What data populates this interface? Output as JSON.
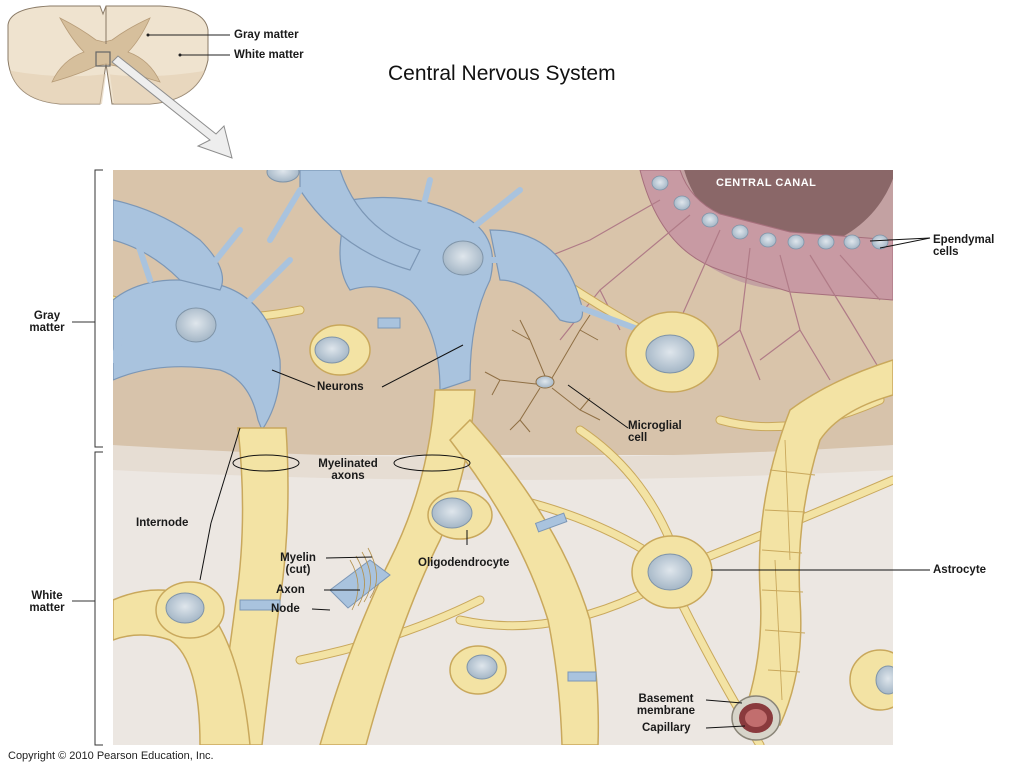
{
  "slide": {
    "title": "Central Nervous System"
  },
  "inset": {
    "labels": {
      "gray_matter": "Gray matter",
      "white_matter": "White matter"
    }
  },
  "regions": {
    "gray_matter": "Gray\nmatter",
    "white_matter": "White\nmatter"
  },
  "diagram": {
    "central_canal": "CENTRAL CANAL",
    "labels": {
      "ependymal_cells": "Ependymal\ncells",
      "neurons": "Neurons",
      "microglial_cell": "Microglial\ncell",
      "myelinated_axons": "Myelinated\naxons",
      "internode": "Internode",
      "myelin_cut": "Myelin\n(cut)",
      "axon": "Axon",
      "node": "Node",
      "oligodendrocyte": "Oligodendrocyte",
      "astrocyte": "Astrocyte",
      "basement_membrane": "Basement\nmembrane",
      "capillary": "Capillary"
    }
  },
  "footer": {
    "copyright": "Copyright © 2010 Pearson Education, Inc."
  },
  "colors": {
    "gray_matter_bg": "#d9c4aa",
    "white_matter_bg": "#ece7e2",
    "neuron": "#a9c3de",
    "glia": "#f3e3a4",
    "glia_outline": "#c9a85c",
    "ependymal": "#c89aa3",
    "nucleus": "#c7d3de"
  }
}
